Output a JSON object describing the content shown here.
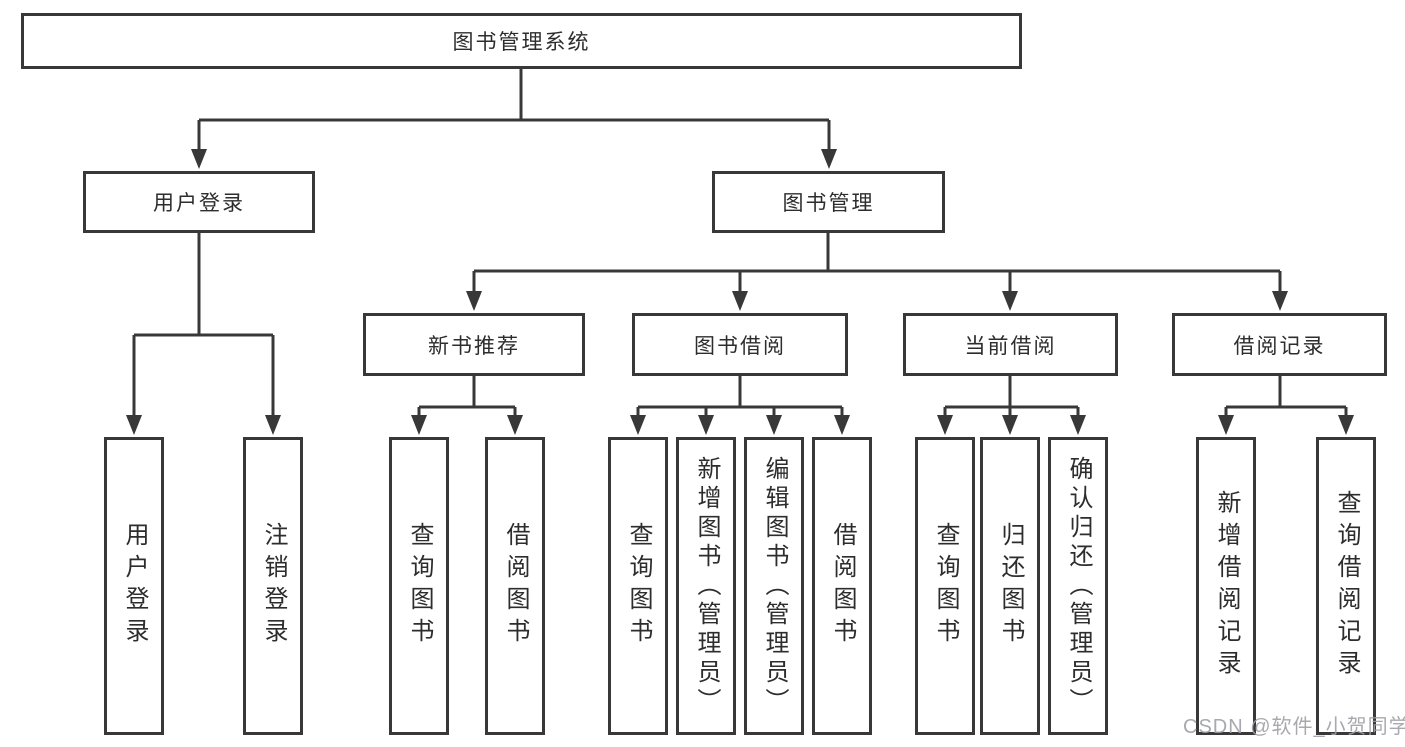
{
  "diagram": {
    "root": {
      "label": "图书管理系统"
    },
    "branches": [
      {
        "label": "用户登录",
        "children": [
          {
            "label": "用户登录"
          },
          {
            "label": "注销登录"
          }
        ]
      },
      {
        "label": "图书管理",
        "children": [
          {
            "label": "新书推荐",
            "children": [
              {
                "label": "查询图书"
              },
              {
                "label": "借阅图书"
              }
            ]
          },
          {
            "label": "图书借阅",
            "children": [
              {
                "label": "查询图书"
              },
              {
                "label": "新增图书（管理员）"
              },
              {
                "label": "编辑图书（管理员）"
              },
              {
                "label": "借阅图书"
              }
            ]
          },
          {
            "label": "当前借阅",
            "children": [
              {
                "label": "查询图书"
              },
              {
                "label": "归还图书"
              },
              {
                "label": "确认归还（管理员）"
              }
            ]
          },
          {
            "label": "借阅记录",
            "children": [
              {
                "label": "新增借阅记录"
              },
              {
                "label": "查询借阅记录"
              }
            ]
          }
        ]
      }
    ]
  },
  "watermark": {
    "text": "CSDN @软件_小贺同学"
  },
  "colors": {
    "line": "#383838",
    "text": "#2d2d2d",
    "background": "#ffffff",
    "watermark": "#9fa0a6"
  }
}
